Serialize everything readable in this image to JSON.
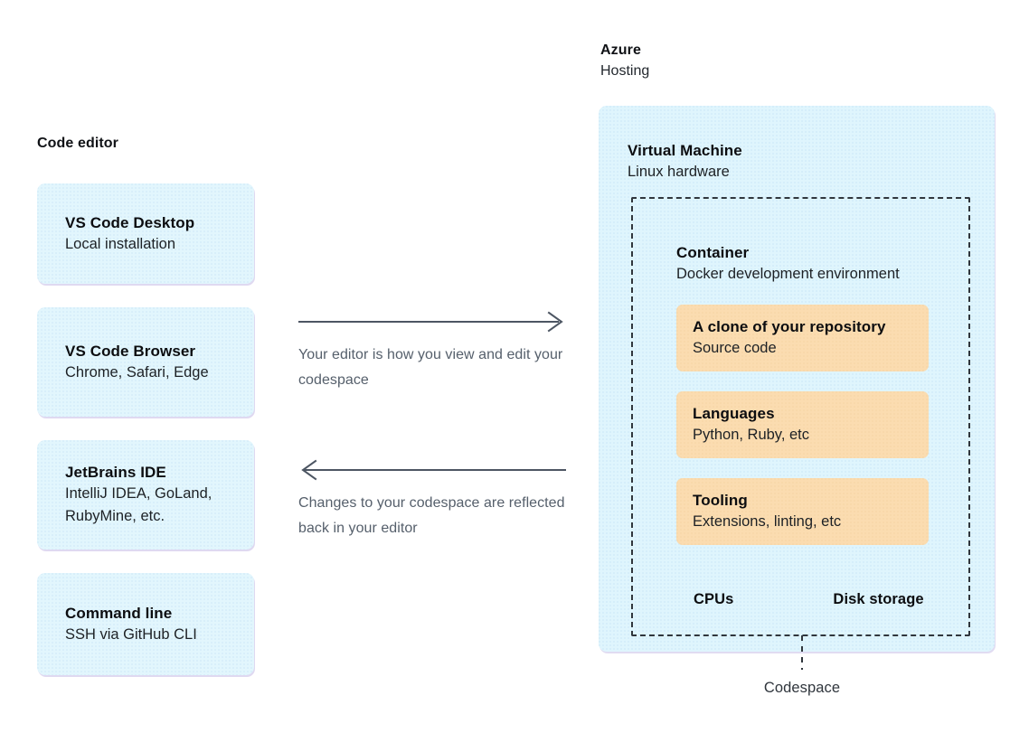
{
  "left_column": {
    "heading": "Code editor",
    "cards": [
      {
        "title": "VS Code Desktop",
        "subtitle": "Local installation"
      },
      {
        "title": "VS Code Browser",
        "subtitle": "Chrome, Safari, Edge"
      },
      {
        "title": "JetBrains IDE",
        "subtitle": "IntelliJ IDEA, GoLand, RubyMine, etc."
      },
      {
        "title": "Command line",
        "subtitle": "SSH via GitHub CLI"
      }
    ]
  },
  "connectors": {
    "right_arrow": {
      "icon": "arrow-right-icon",
      "caption": "Your editor is how you view and edit your codespace"
    },
    "left_arrow": {
      "icon": "arrow-left-icon",
      "caption": "Changes to your codespace are reflected back in your editor"
    }
  },
  "right_column": {
    "heading": {
      "title": "Azure",
      "subtitle": "Hosting"
    },
    "virtual_machine": {
      "title": "Virtual Machine",
      "subtitle": "Linux hardware"
    },
    "container": {
      "title": "Container",
      "subtitle": "Docker development environment",
      "cards": [
        {
          "title": "A clone of your repository",
          "subtitle": "Source code"
        },
        {
          "title": "Languages",
          "subtitle": "Python, Ruby, etc"
        },
        {
          "title": "Tooling",
          "subtitle": "Extensions, linting, etc"
        }
      ],
      "specs": [
        "CPUs",
        "Disk storage"
      ]
    },
    "codespace_label": "Codespace"
  },
  "colors": {
    "blue_fill": "#e2f6fd",
    "orange_fill": "#fbdcb0",
    "dashed_border": "#30363d",
    "arrow": "#4d5663",
    "caption_text": "#555f6b",
    "heading_text": "#101216"
  }
}
